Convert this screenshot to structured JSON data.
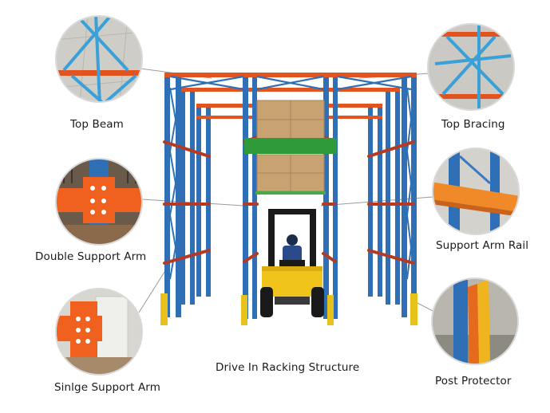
{
  "labels": {
    "top_beam": "Top Beam",
    "top_bracing": "Top Bracing",
    "double_support_arm": "Double Support Arm",
    "support_arm_rail": "Support Arm Rail",
    "single_support_arm": "Sinlge Support Arm",
    "post_protector": "Post Protector",
    "caption": "Drive In Racking Structure"
  },
  "colors": {
    "upright_blue": "#2f6fb6",
    "beam_orange": "#e2541f",
    "rail_red": "#b53a24",
    "pallet_green": "#2f9a3a",
    "carton_tan": "#c9a272",
    "forklift_yellow": "#f1c41c",
    "protector_yellow": "#e8c21a"
  }
}
